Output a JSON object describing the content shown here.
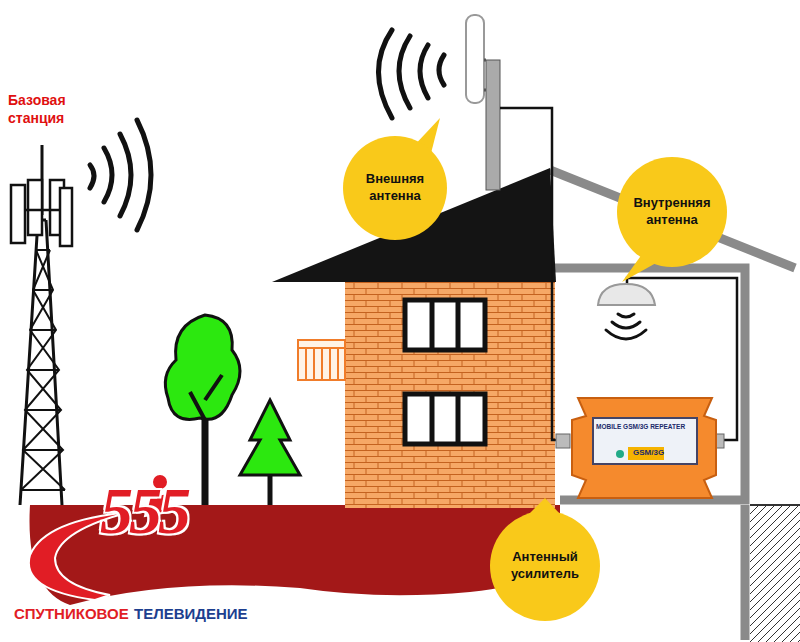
{
  "diagram": {
    "nodes": [
      {
        "text": [
          "Внешняя антенна"
        ]
      },
      {
        "text": [
          "Внутренняя антенна"
        ]
      },
      {
        "text": [
          "Антенный усилитель"
        ]
      }
    ],
    "labels": [
      "Базовая станция",
      "MOBILE GSM/3G REPEATER",
      "GSM/3G",
      "555",
      "СПУТНИКОВОЕ",
      "ТЕЛЕВИДЕНИЕ"
    ]
  }
}
